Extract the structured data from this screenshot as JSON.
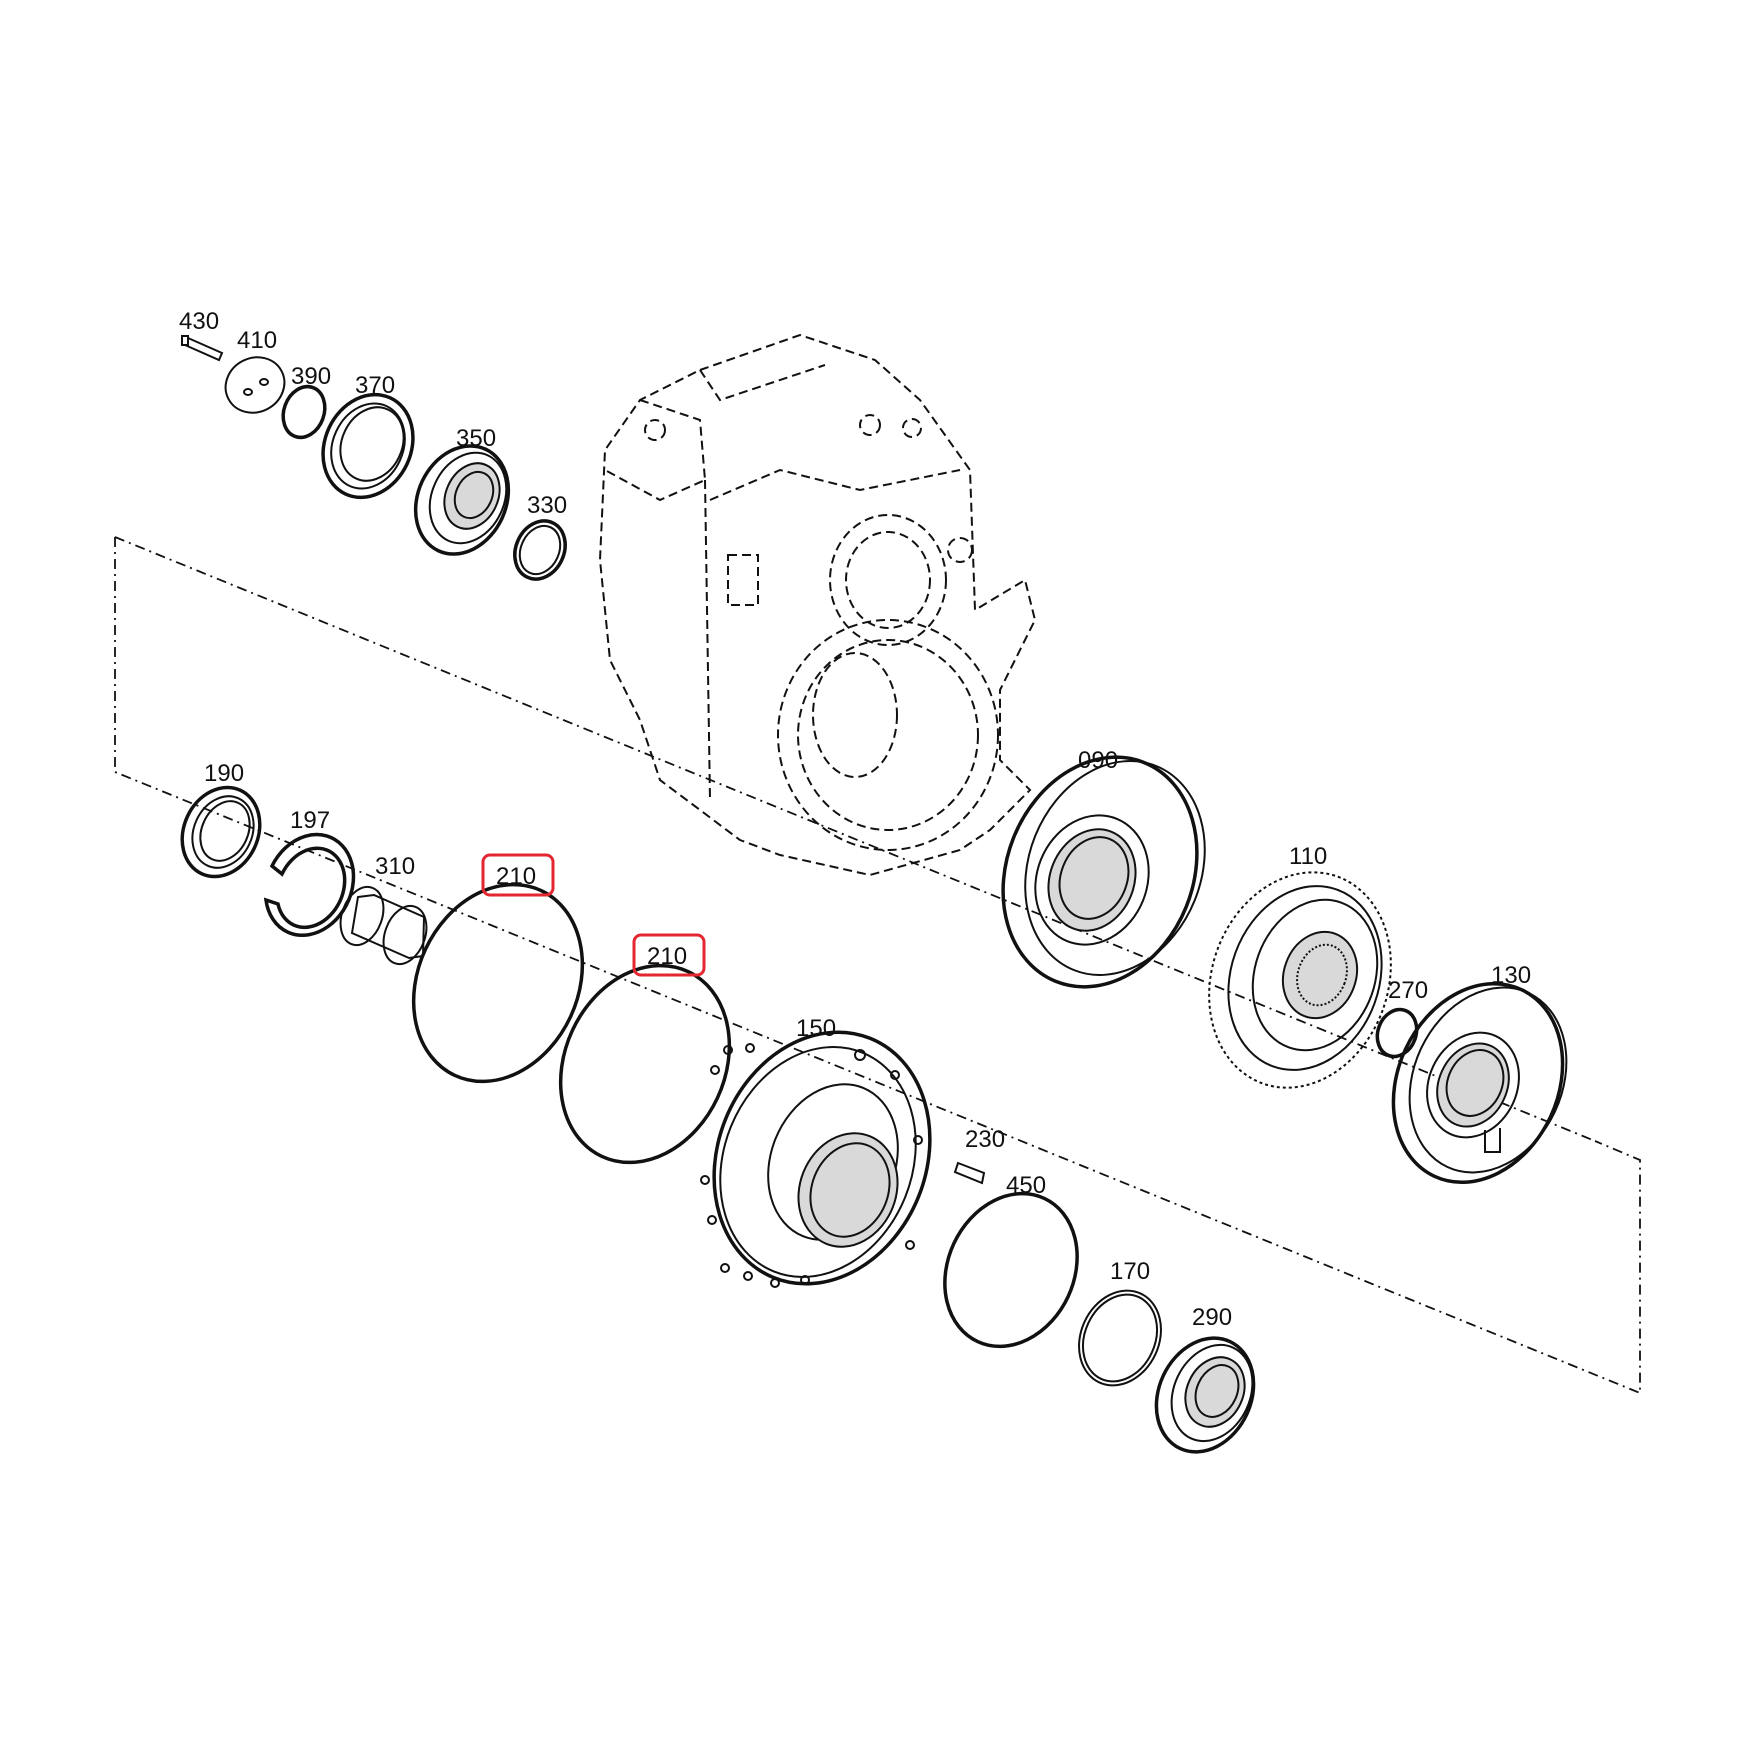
{
  "highlight_color": "#e3262f",
  "parts": [
    {
      "id": "p430",
      "label": "430"
    },
    {
      "id": "p410",
      "label": "410"
    },
    {
      "id": "p390",
      "label": "390"
    },
    {
      "id": "p370",
      "label": "370"
    },
    {
      "id": "p350",
      "label": "350"
    },
    {
      "id": "p330",
      "label": "330"
    },
    {
      "id": "p090",
      "label": "090"
    },
    {
      "id": "p110",
      "label": "110"
    },
    {
      "id": "p270",
      "label": "270"
    },
    {
      "id": "p130",
      "label": "130"
    },
    {
      "id": "p190",
      "label": "190"
    },
    {
      "id": "p197",
      "label": "197"
    },
    {
      "id": "p310",
      "label": "310"
    },
    {
      "id": "p210a",
      "label": "210",
      "highlighted": true
    },
    {
      "id": "p210b",
      "label": "210",
      "highlighted": true
    },
    {
      "id": "p150",
      "label": "150"
    },
    {
      "id": "p230",
      "label": "230"
    },
    {
      "id": "p450",
      "label": "450"
    },
    {
      "id": "p170",
      "label": "170"
    },
    {
      "id": "p290",
      "label": "290"
    }
  ]
}
